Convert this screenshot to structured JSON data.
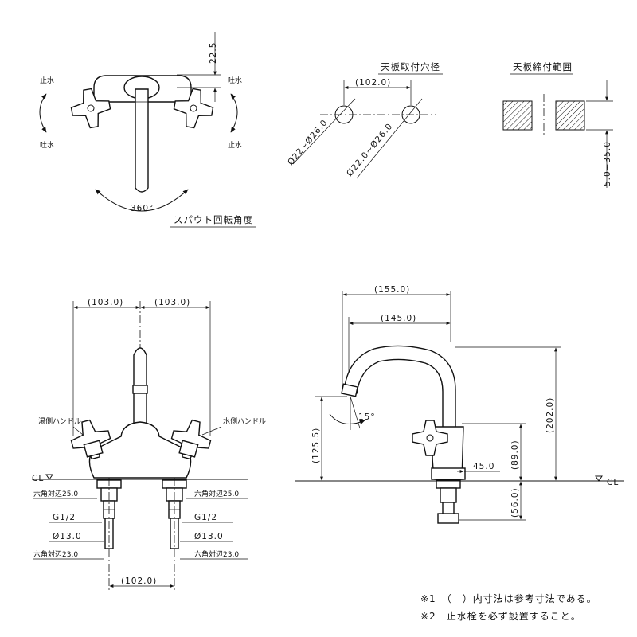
{
  "top_left": {
    "stop_water_label": "止水",
    "spout_water_label": "吐水",
    "rotation_angle": "360°",
    "caption": "スパウト回転角度",
    "dim_top": "22.5"
  },
  "top_middle": {
    "title": "天板取付穴径",
    "pitch": "(102.0)",
    "hole_left": "Ø22~Ø26.0",
    "hole_right": "Ø22.0~Ø26.0"
  },
  "top_right": {
    "title": "天板締付範囲",
    "range": "5.0~35.0"
  },
  "front_view": {
    "left_half": "(103.0)",
    "right_half": "(103.0)",
    "hot_handle": "湯側ハンドル",
    "cold_handle": "水側ハンドル",
    "cl": "CL",
    "hex_upper_left": "六角対辺25.0",
    "hex_upper_right": "六角対辺25.0",
    "thread_left": "G1/2",
    "thread_right": "G1/2",
    "dia_left": "Ø13.0",
    "dia_right": "Ø13.0",
    "hex_lower_left": "六角対辺23.0",
    "hex_lower_right": "六角対辺23.0",
    "pitch": "(102.0)"
  },
  "side_view": {
    "reach_outer": "(155.0)",
    "reach_inner": "(145.0)",
    "height_total": "(202.0)",
    "height_outlet": "(125.5)",
    "angle": "15°",
    "height_body": "(89.0)",
    "body_depth": "45.0",
    "below_deck": "(56.0)",
    "cl": "CL"
  },
  "notes": [
    "※1　（　）内寸法は参考寸法である。",
    "※2　止水栓を必ず設置すること。"
  ]
}
